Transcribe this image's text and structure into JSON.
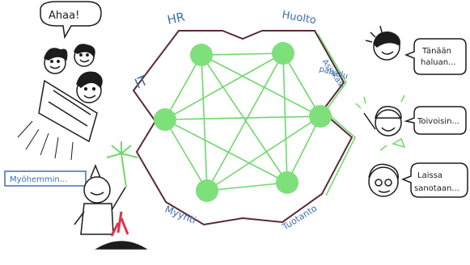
{
  "diagram": {
    "departments": {
      "hr": "HR",
      "it": "IT",
      "huolto": "Huolto",
      "asiakas_line1": "Asiakas-",
      "asiakas_line2": "palvelu",
      "myynti": "Myynti",
      "tuotanto": "Tuotanto"
    },
    "nodes": [
      "n1",
      "n2",
      "n3",
      "n4",
      "n5",
      "n6"
    ],
    "edges": "complete graph (every node connected to every other node)"
  },
  "bubbles": {
    "ahaa": "Ahaa!",
    "myohemmin": "Myöhemmin...",
    "tanaan_line1": "Tänään",
    "tanaan_line2": "haluan...",
    "toivoisin": "Toivoisin...",
    "laissa_line1": "Laissa",
    "laissa_line2": "sanotaan..."
  },
  "colors": {
    "node_green": "#7ee07a",
    "edge_green": "#6fd86b",
    "border": "#5a2a35",
    "label_blue": "#3f6fb0",
    "accent_red": "#e0324a",
    "ink": "#1c1c1c"
  }
}
